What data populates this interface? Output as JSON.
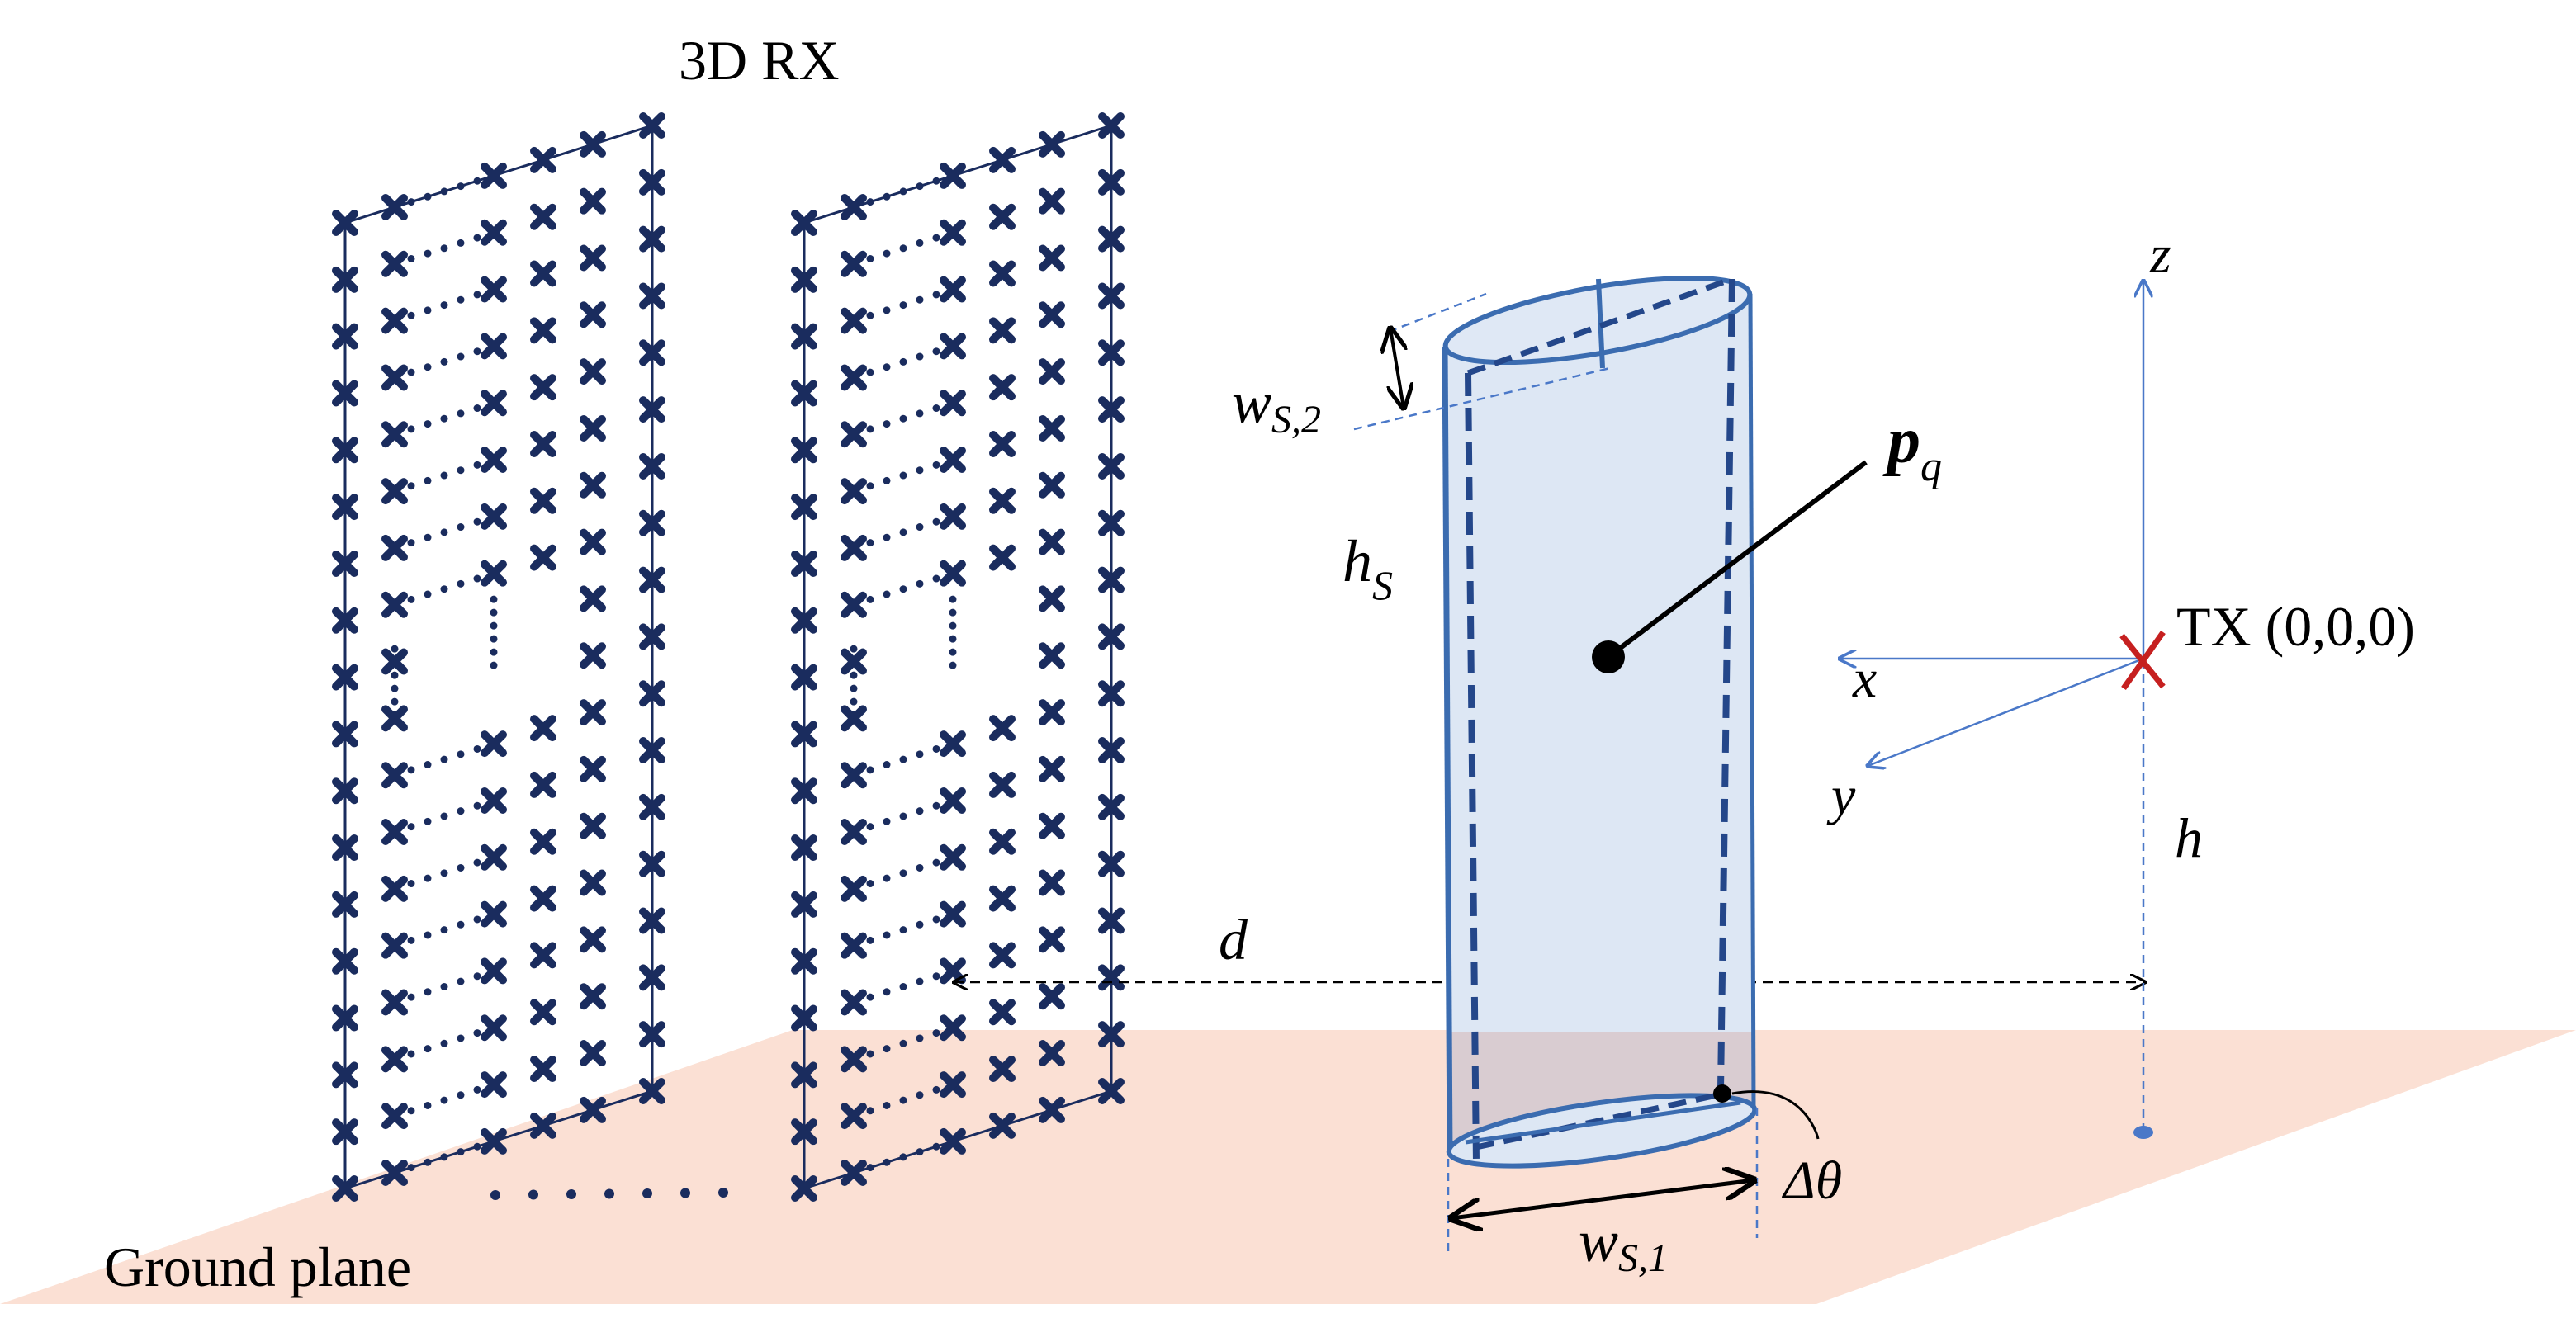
{
  "colors": {
    "ground": "#fbe0d4",
    "array": "#1a2c5e",
    "cylinder_edge": "#3b6cb0",
    "cylinder_dash": "#24478a",
    "cylinder_fill": "#dde7f4",
    "axis": "#4a78c8",
    "tx_marker": "#c62020",
    "ink": "#000000"
  },
  "labels": {
    "rx_title": "3D RX",
    "ground_plane": "Ground plane",
    "tx": "TX (0,0,0)",
    "axis_x": "x",
    "axis_y": "y",
    "axis_z": "z",
    "height_h": "h",
    "distance_d": "d",
    "blocker_height_main": "h",
    "blocker_height_sub": "S",
    "blocker_point_main": "p",
    "blocker_point_sub": "q",
    "width_top_main": "w",
    "width_top_sub": "S,2",
    "width_bottom_main": "w",
    "width_bottom_sub": "S,1",
    "rotation": "Δθ"
  },
  "icons": {
    "rx_element": "cross-marker-icon",
    "tx_element": "red-cross-icon",
    "center_point": "filled-dot-icon"
  }
}
